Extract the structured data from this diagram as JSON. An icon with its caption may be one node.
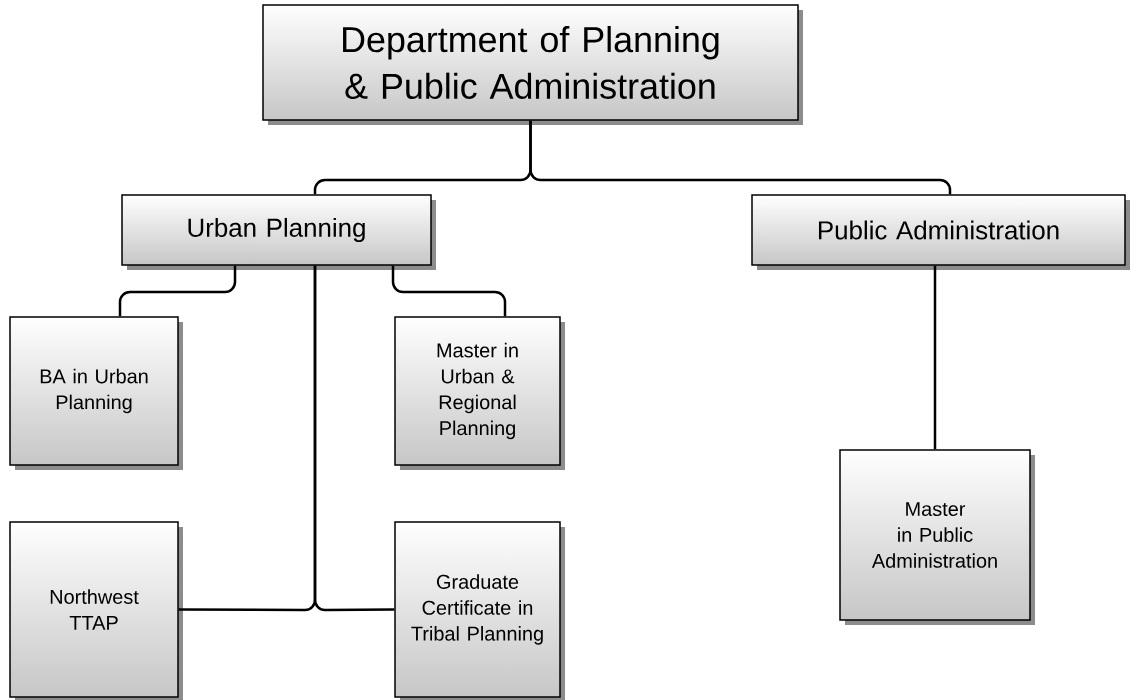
{
  "diagram": {
    "nodes": [
      {
        "text": [
          "Department of Planning & Public Administration"
        ]
      },
      {
        "text": [
          "Urban Planning"
        ]
      },
      {
        "text": [
          "Public Administration"
        ]
      },
      {
        "text": [
          "BA in Urban Planning"
        ]
      },
      {
        "text": [
          "Master in Urban & Regional Planning"
        ]
      },
      {
        "text": [
          "Northwest TTAP"
        ]
      },
      {
        "text": [
          "Graduate Certificate in Tribal Planning"
        ]
      },
      {
        "text": [
          "Master in Public Administration"
        ]
      }
    ],
    "edges": [
      {
        "from": 0,
        "to": 1,
        "arrow": "none"
      },
      {
        "from": 0,
        "to": 2,
        "arrow": "none"
      },
      {
        "from": 1,
        "to": 3,
        "arrow": "none"
      },
      {
        "from": 1,
        "to": 4,
        "arrow": "none"
      },
      {
        "from": 1,
        "to": 5,
        "arrow": "none"
      },
      {
        "from": 1,
        "to": 6,
        "arrow": "none"
      },
      {
        "from": 2,
        "to": 7,
        "arrow": "none"
      }
    ]
  }
}
